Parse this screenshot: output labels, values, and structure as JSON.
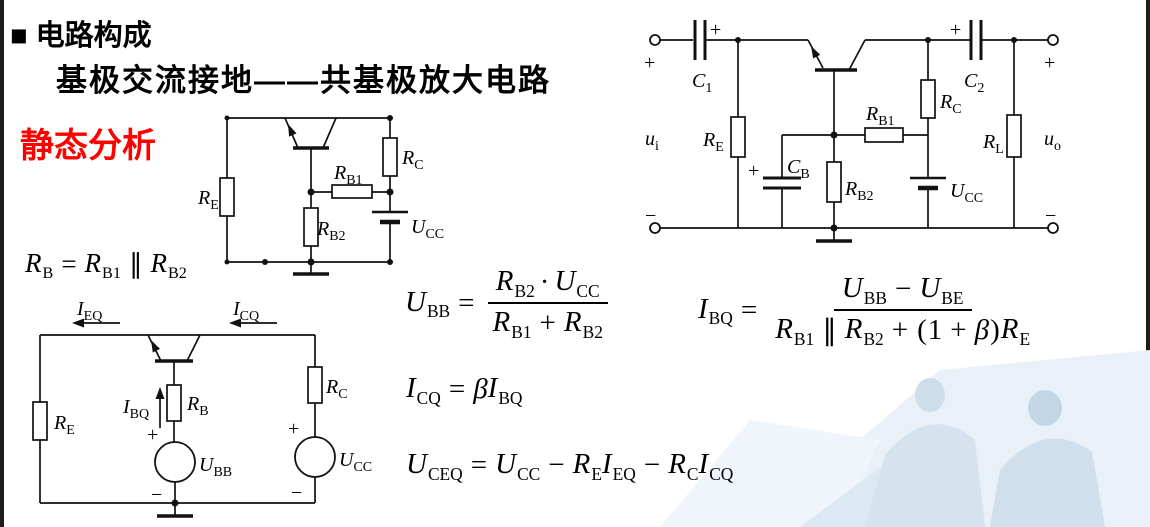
{
  "slide": {
    "title": "■ 电路构成",
    "subtitle": "基极交流接地——共基极放大电路",
    "section": "静态分析",
    "section_color": "#ff0000"
  },
  "signs": {
    "plus": "+",
    "minus": "−"
  },
  "circuitA": {
    "ui": {
      "m": "u",
      "s": "i"
    },
    "c1": {
      "m": "C",
      "s": "1"
    },
    "re": {
      "m": "R",
      "s": "E"
    },
    "cb": {
      "m": "C",
      "s": "B"
    },
    "rb1": {
      "m": "R",
      "s": "B1"
    },
    "rb2": {
      "m": "R",
      "s": "B2"
    },
    "rc": {
      "m": "R",
      "s": "C"
    },
    "c2": {
      "m": "C",
      "s": "2"
    },
    "rl": {
      "m": "R",
      "s": "L"
    },
    "ucc": {
      "m": "U",
      "s": "CC"
    },
    "uo": {
      "m": "u",
      "s": "o"
    }
  },
  "circuitB": {
    "re": {
      "m": "R",
      "s": "E"
    },
    "rb1": {
      "m": "R",
      "s": "B1"
    },
    "rb2": {
      "m": "R",
      "s": "B2"
    },
    "rc": {
      "m": "R",
      "s": "C"
    },
    "ucc": {
      "m": "U",
      "s": "CC"
    }
  },
  "circuitC": {
    "ieq": {
      "m": "I",
      "s": "EQ"
    },
    "icq": {
      "m": "I",
      "s": "CQ"
    },
    "ibq": {
      "m": "I",
      "s": "BQ"
    },
    "rb": {
      "m": "R",
      "s": "B"
    },
    "re": {
      "m": "R",
      "s": "E"
    },
    "rc": {
      "m": "R",
      "s": "C"
    },
    "ubb": {
      "m": "U",
      "s": "BB"
    },
    "ucc": {
      "m": "U",
      "s": "CC"
    }
  },
  "formulas": {
    "rb": [
      {
        "t": "v",
        "m": "R",
        "s": "B"
      },
      {
        "t": "o",
        "v": "="
      },
      {
        "t": "v",
        "m": "R",
        "s": "B1"
      },
      {
        "t": "o",
        "v": "∥"
      },
      {
        "t": "v",
        "m": "R",
        "s": "B2"
      }
    ],
    "ubb": [
      {
        "t": "v",
        "m": "U",
        "s": "BB"
      },
      {
        "t": "o",
        "v": "="
      },
      {
        "t": "f",
        "num": [
          {
            "t": "v",
            "m": "R",
            "s": "B2"
          },
          {
            "t": "d",
            "v": "·"
          },
          {
            "t": "v",
            "m": "U",
            "s": "CC"
          }
        ],
        "den": [
          {
            "t": "v",
            "m": "R",
            "s": "B1"
          },
          {
            "t": "o",
            "v": "+"
          },
          {
            "t": "v",
            "m": "R",
            "s": "B2"
          }
        ]
      }
    ],
    "ibq": [
      {
        "t": "v",
        "m": "I",
        "s": "BQ"
      },
      {
        "t": "o",
        "v": "="
      },
      {
        "t": "f",
        "num": [
          {
            "t": "v",
            "m": "U",
            "s": "BB"
          },
          {
            "t": "o",
            "v": "−"
          },
          {
            "t": "v",
            "m": "U",
            "s": "BE"
          }
        ],
        "den": [
          {
            "t": "v",
            "m": "R",
            "s": "B1"
          },
          {
            "t": "o",
            "v": "∥"
          },
          {
            "t": "v",
            "m": "R",
            "s": "B2"
          },
          {
            "t": "o",
            "v": "+"
          },
          {
            "t": "p",
            "v": "("
          },
          {
            "t": "n",
            "v": "1"
          },
          {
            "t": "o",
            "v": "+"
          },
          {
            "t": "g",
            "v": "β"
          },
          {
            "t": "p",
            "v": ")"
          },
          {
            "t": "v",
            "m": "R",
            "s": "E"
          }
        ]
      }
    ],
    "icq": [
      {
        "t": "v",
        "m": "I",
        "s": "CQ"
      },
      {
        "t": "o",
        "v": "="
      },
      {
        "t": "g",
        "v": "β"
      },
      {
        "t": "v",
        "m": "I",
        "s": "BQ"
      }
    ],
    "uceq": [
      {
        "t": "v",
        "m": "U",
        "s": "CEQ"
      },
      {
        "t": "o",
        "v": "="
      },
      {
        "t": "v",
        "m": "U",
        "s": "CC"
      },
      {
        "t": "o",
        "v": "−"
      },
      {
        "t": "v",
        "m": "R",
        "s": "E"
      },
      {
        "t": "v",
        "m": "I",
        "s": "EQ"
      },
      {
        "t": "o",
        "v": "−"
      },
      {
        "t": "v",
        "m": "R",
        "s": "C"
      },
      {
        "t": "v",
        "m": "I",
        "s": "CQ"
      }
    ]
  }
}
